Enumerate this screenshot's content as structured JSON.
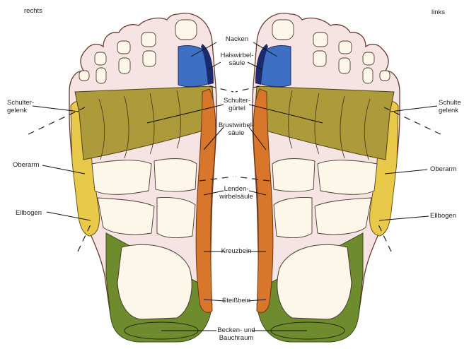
{
  "side_labels": {
    "right_foot": "rechts",
    "left_foot": "links"
  },
  "labels": {
    "nacken": "Nacken",
    "halswirbel_1": "Halswirbel-",
    "halswirbel_2": "säule",
    "schultergurtel_1": "Schulter-",
    "schultergurtel_2": "gürtel",
    "brustwirbel_1": "Brustwirbel-",
    "brustwirbel_2": "säule",
    "lenden_1": "Lenden-",
    "lenden_2": "wirbelsäule",
    "kreuzbein": "Kreuzbein",
    "steissbein": "Steißbein",
    "becken_1": "Becken- und",
    "becken_2": "Bauchraum",
    "schultergelenk_r_1": "Schulter-",
    "schultergelenk_r_2": "gelenk",
    "oberarm_r": "Oberarm",
    "ellbogen_r": "Ellbogen",
    "schultergelenk_l_1": "Schulte",
    "schultergelenk_l_2": "gelenk",
    "oberarm_l": "Oberarm",
    "ellbogen_l": "Ellbogen"
  },
  "zone_colors": {
    "cervical": "#3d6fc4",
    "neck": "#1c2a6e",
    "shoulder_girdle": "#ad9a3a",
    "arm": "#e8c94a",
    "spine": "#d8762c",
    "pelvis": "#6e8b2e",
    "foot_skin": "#f6e3e4",
    "bone": "#fdf7ea"
  }
}
